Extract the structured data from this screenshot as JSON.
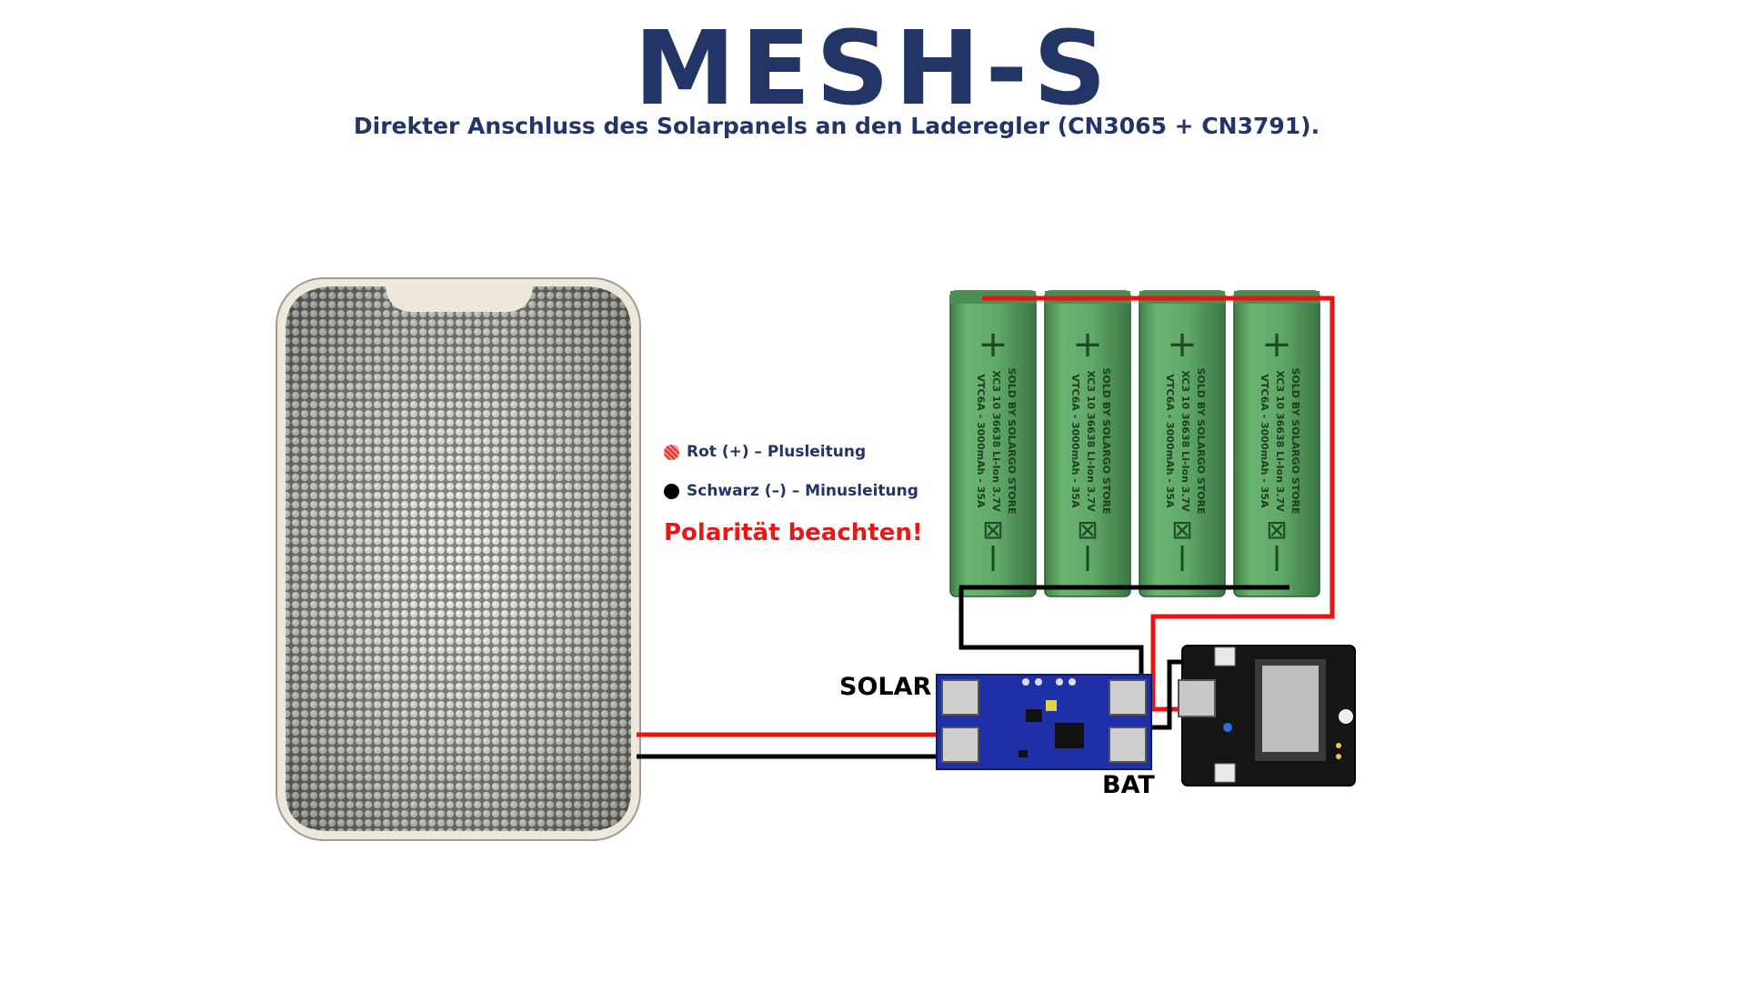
{
  "header": {
    "title": "MESH-S",
    "subtitle": "Direkter Anschluss des Solarpanels an den Laderegler (CN3065 + CN3791)."
  },
  "legend": {
    "items": [
      {
        "label": "Rot (+) – Plusleitung",
        "color": "red"
      },
      {
        "label": "Schwarz (–) – Minusleitung",
        "color": "black"
      }
    ],
    "warning": "Polarität beachten!"
  },
  "labels": {
    "solar": "SOLAR",
    "bat": "BAT"
  },
  "batteries": {
    "count": 4,
    "cell_text_line1": "VTC6A - 3000mAh - 35A",
    "cell_text_line2": "XC3 10 36638 Li-Ion 3.7V",
    "cell_text_line3": "SOLD BY SOLARGO STORE"
  },
  "colors": {
    "title": "#233467",
    "subtitle": "#233467",
    "legend_text": "#233467",
    "warning": "#e81818",
    "wire_positive": "#ee1111",
    "wire_negative": "#000000",
    "battery": "#5fa868",
    "charger_board": "#1f2fa8",
    "mcu_board": "#111111",
    "panel_frame": "#ede7dc"
  }
}
